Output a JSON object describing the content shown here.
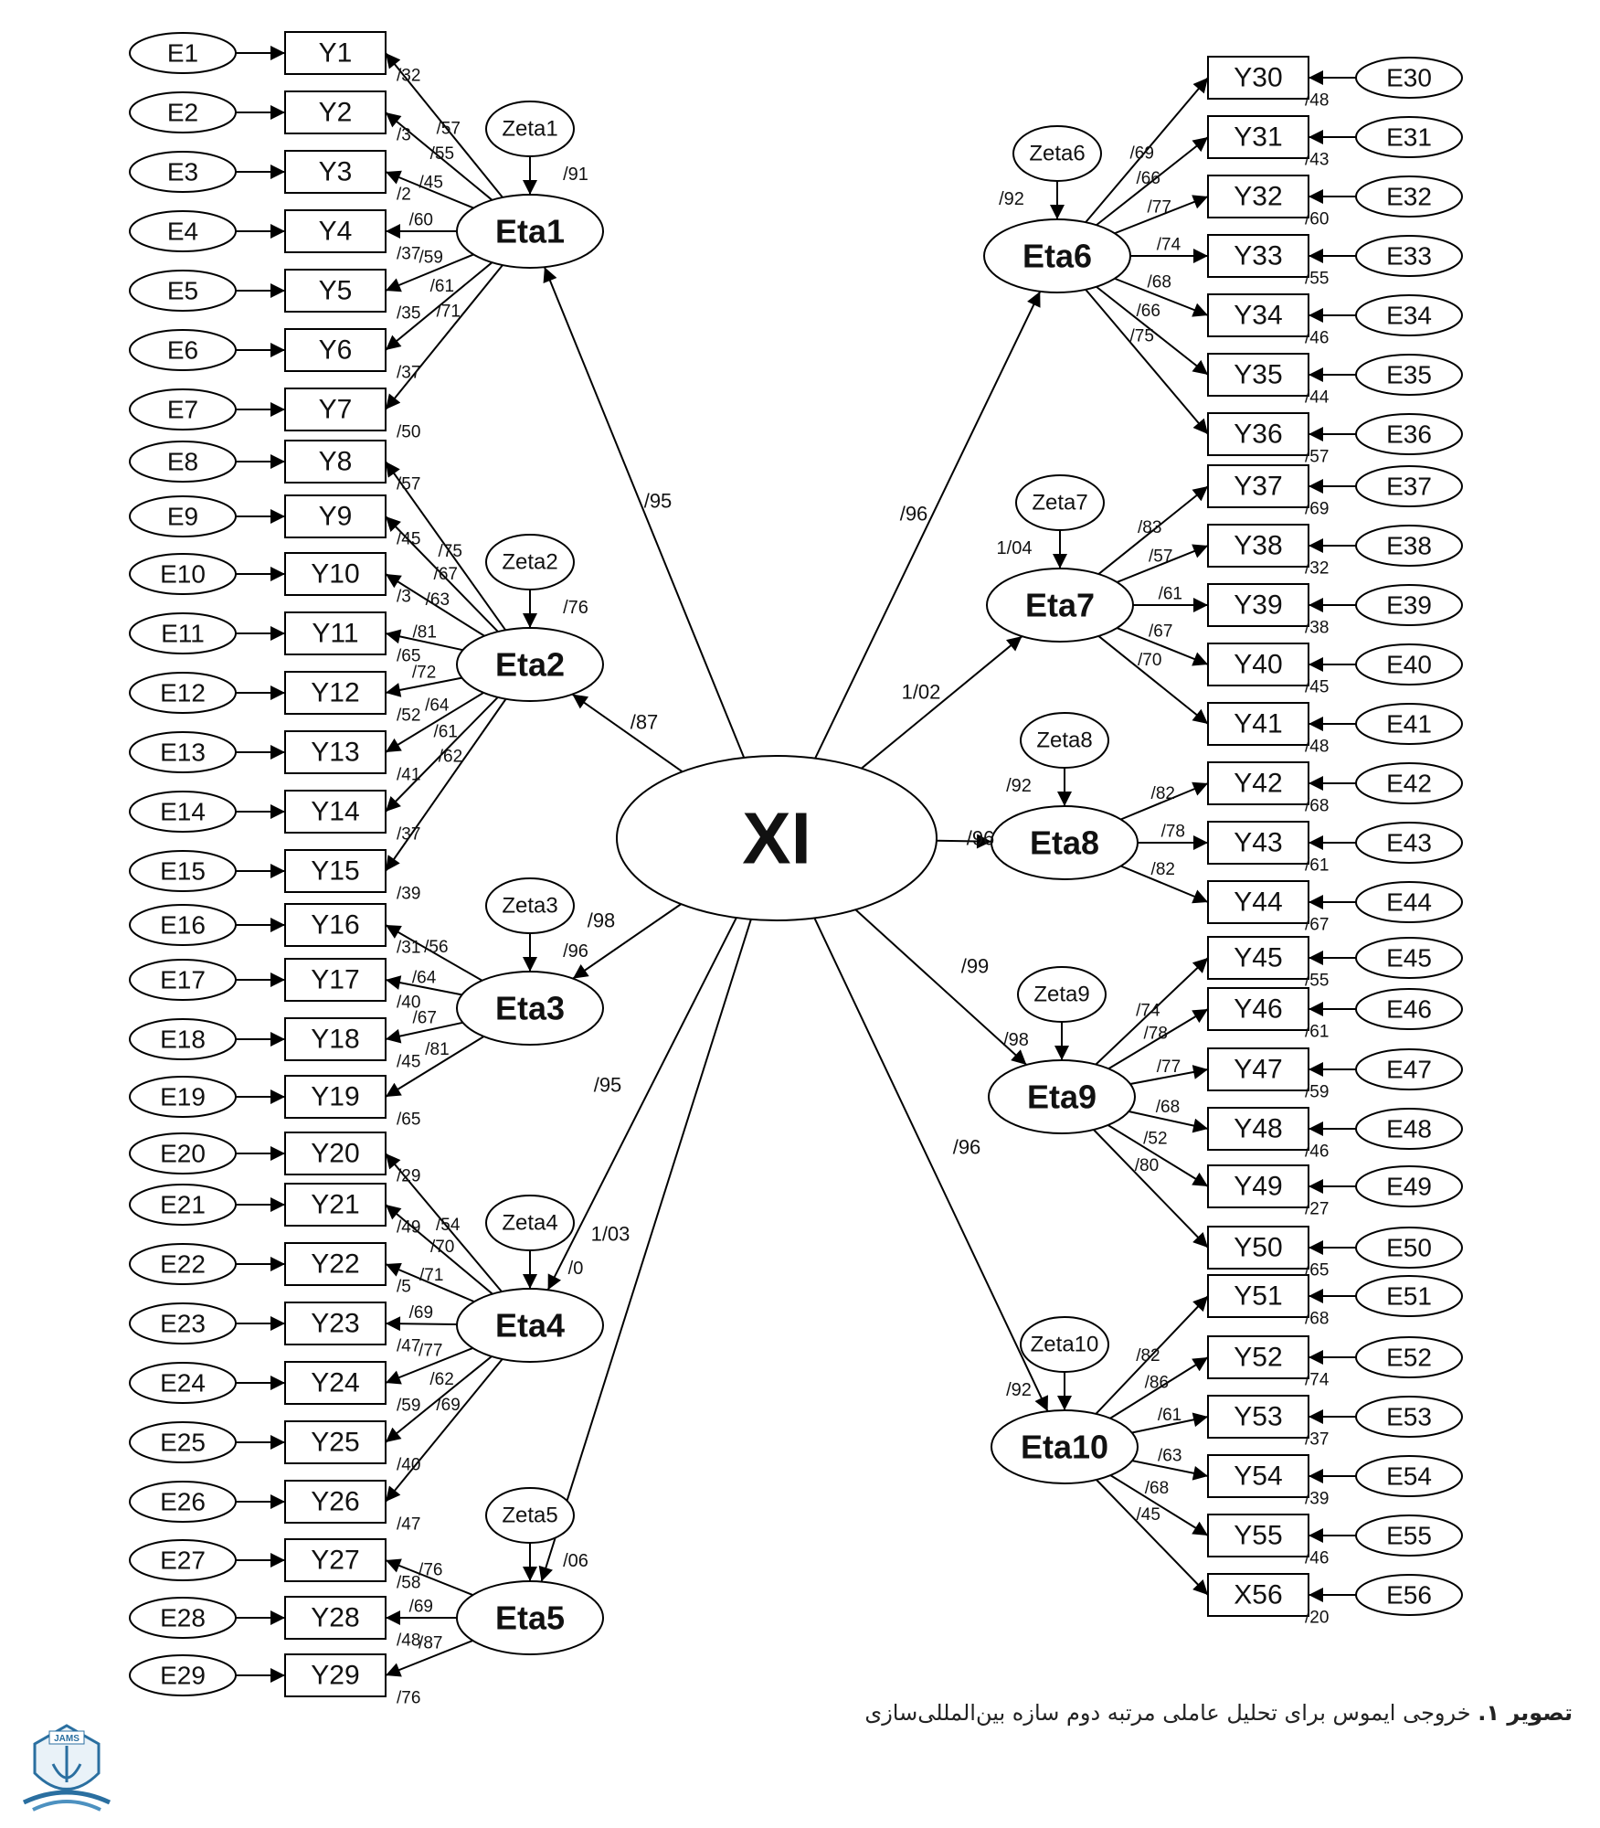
{
  "central": "XI",
  "etas": [
    {
      "id": "Eta1",
      "zeta": "Zeta1",
      "zeta_coef": "/91",
      "xi_coef": "/95",
      "side": "L",
      "items": [
        {
          "y": "Y1",
          "e": "E1",
          "load": "/57",
          "r2": "/32"
        },
        {
          "y": "Y2",
          "e": "E2",
          "load": "/55",
          "r2": "/3"
        },
        {
          "y": "Y3",
          "e": "E3",
          "load": "/45",
          "r2": "/2"
        },
        {
          "y": "Y4",
          "e": "E4",
          "load": "/60",
          "r2": "/37"
        },
        {
          "y": "Y5",
          "e": "E5",
          "load": "/59",
          "r2": "/35"
        },
        {
          "y": "Y6",
          "e": "E6",
          "load": "/61",
          "r2": "/37"
        },
        {
          "y": "Y7",
          "e": "E7",
          "load": "/71",
          "r2": "/50"
        }
      ]
    },
    {
      "id": "Eta2",
      "zeta": "Zeta2",
      "zeta_coef": "/76",
      "xi_coef": "/87",
      "side": "L",
      "items": [
        {
          "y": "Y8",
          "e": "E8",
          "load": "/75",
          "r2": "/57"
        },
        {
          "y": "Y9",
          "e": "E9",
          "load": "/67",
          "r2": "/45"
        },
        {
          "y": "Y10",
          "e": "E10",
          "load": "/63",
          "r2": "/3"
        },
        {
          "y": "Y11",
          "e": "E11",
          "load": "/81",
          "r2": "/65"
        },
        {
          "y": "Y12",
          "e": "E12",
          "load": "/72",
          "r2": "/52"
        },
        {
          "y": "Y13",
          "e": "E13",
          "load": "/64",
          "r2": "/41"
        },
        {
          "y": "Y14",
          "e": "E14",
          "load": "/61",
          "r2": "/37"
        },
        {
          "y": "Y15",
          "e": "E15",
          "load": "/62",
          "r2": "/39"
        }
      ]
    },
    {
      "id": "Eta3",
      "zeta": "Zeta3",
      "zeta_coef": "/96",
      "xi_coef": "/98",
      "side": "L",
      "items": [
        {
          "y": "Y16",
          "e": "E16",
          "load": "/56",
          "r2": "/31"
        },
        {
          "y": "Y17",
          "e": "E17",
          "load": "/64",
          "r2": "/40"
        },
        {
          "y": "Y18",
          "e": "E18",
          "load": "/67",
          "r2": "/45"
        },
        {
          "y": "Y19",
          "e": "E19",
          "load": "/81",
          "r2": "/65"
        }
      ]
    },
    {
      "id": "Eta4",
      "zeta": "Zeta4",
      "zeta_coef": "/0",
      "xi_coef": "/95",
      "side": "L",
      "items": [
        {
          "y": "Y20",
          "e": "E20",
          "load": "/54",
          "r2": "/29"
        },
        {
          "y": "Y21",
          "e": "E21",
          "load": "/70",
          "r2": "/49"
        },
        {
          "y": "Y22",
          "e": "E22",
          "load": "/71",
          "r2": "/5"
        },
        {
          "y": "Y23",
          "e": "E23",
          "load": "/69",
          "r2": "/47"
        },
        {
          "y": "Y24",
          "e": "E24",
          "load": "/77",
          "r2": "/59"
        },
        {
          "y": "Y25",
          "e": "E25",
          "load": "/62",
          "r2": "/40"
        },
        {
          "y": "Y26",
          "e": "E26",
          "load": "/69",
          "r2": "/47"
        }
      ]
    },
    {
      "id": "Eta5",
      "zeta": "Zeta5",
      "zeta_coef": "/06",
      "xi_coef": "1/03",
      "side": "L",
      "items": [
        {
          "y": "Y27",
          "e": "E27",
          "load": "/76",
          "r2": "/58"
        },
        {
          "y": "Y28",
          "e": "E28",
          "load": "/69",
          "r2": "/48"
        },
        {
          "y": "Y29",
          "e": "E29",
          "load": "/87",
          "r2": "/76"
        }
      ]
    },
    {
      "id": "Eta6",
      "zeta": "Zeta6",
      "zeta_coef": "/92",
      "xi_coef": "/96",
      "side": "R",
      "items": [
        {
          "y": "Y30",
          "e": "E30",
          "load": "/69",
          "r2": "/48"
        },
        {
          "y": "Y31",
          "e": "E31",
          "load": "/66",
          "r2": "/43"
        },
        {
          "y": "Y32",
          "e": "E32",
          "load": "/77",
          "r2": "/60"
        },
        {
          "y": "Y33",
          "e": "E33",
          "load": "/74",
          "r2": "/55"
        },
        {
          "y": "Y34",
          "e": "E34",
          "load": "/68",
          "r2": "/46"
        },
        {
          "y": "Y35",
          "e": "E35",
          "load": "/66",
          "r2": "/44"
        },
        {
          "y": "Y36",
          "e": "E36",
          "load": "/75",
          "r2": "/57"
        }
      ]
    },
    {
      "id": "Eta7",
      "zeta": "Zeta7",
      "zeta_coef": "1/04",
      "xi_coef": "1/02",
      "side": "R",
      "items": [
        {
          "y": "Y37",
          "e": "E37",
          "load": "/83",
          "r2": "/69"
        },
        {
          "y": "Y38",
          "e": "E38",
          "load": "/57",
          "r2": "/32"
        },
        {
          "y": "Y39",
          "e": "E39",
          "load": "/61",
          "r2": "/38"
        },
        {
          "y": "Y40",
          "e": "E40",
          "load": "/67",
          "r2": "/45"
        },
        {
          "y": "Y41",
          "e": "E41",
          "load": "/70",
          "r2": "/48"
        }
      ]
    },
    {
      "id": "Eta8",
      "zeta": "Zeta8",
      "zeta_coef": "/92",
      "xi_coef": "/96",
      "side": "R",
      "items": [
        {
          "y": "Y42",
          "e": "E42",
          "load": "/82",
          "r2": "/68"
        },
        {
          "y": "Y43",
          "e": "E43",
          "load": "/78",
          "r2": "/61"
        },
        {
          "y": "Y44",
          "e": "E44",
          "load": "/82",
          "r2": "/67"
        }
      ]
    },
    {
      "id": "Eta9",
      "zeta": "Zeta9",
      "zeta_coef": "/98",
      "xi_coef": "/99",
      "side": "R",
      "items": [
        {
          "y": "Y45",
          "e": "E45",
          "load": "/74",
          "r2": "/55"
        },
        {
          "y": "Y46",
          "e": "E46",
          "load": "/78",
          "r2": "/61"
        },
        {
          "y": "Y47",
          "e": "E47",
          "load": "/77",
          "r2": "/59"
        },
        {
          "y": "Y48",
          "e": "E48",
          "load": "/68",
          "r2": "/46"
        },
        {
          "y": "Y49",
          "e": "E49",
          "load": "/52",
          "r2": "/27"
        },
        {
          "y": "Y50",
          "e": "E50",
          "load": "/80",
          "r2": "/65"
        }
      ]
    },
    {
      "id": "Eta10",
      "zeta": "Zeta10",
      "zeta_coef": "/92",
      "xi_coef": "/96",
      "side": "R",
      "items": [
        {
          "y": "Y51",
          "e": "E51",
          "load": "/82",
          "r2": "/68"
        },
        {
          "y": "Y52",
          "e": "E52",
          "load": "/86",
          "r2": "/74"
        },
        {
          "y": "Y53",
          "e": "E53",
          "load": "/61",
          "r2": "/37"
        },
        {
          "y": "Y54",
          "e": "E54",
          "load": "/63",
          "r2": "/39"
        },
        {
          "y": "Y55",
          "e": "E55",
          "load": "/68",
          "r2": "/46"
        },
        {
          "y": "X56",
          "e": "E56",
          "load": "/45",
          "r2": "/20"
        }
      ]
    }
  ],
  "caption": {
    "label": "تصویر ۱.",
    "text": " خروجی ایموس برای تحلیل عاملی مرتبه دوم سازه بین‌المللی‌سازی"
  },
  "logo_text": "JAMS"
}
